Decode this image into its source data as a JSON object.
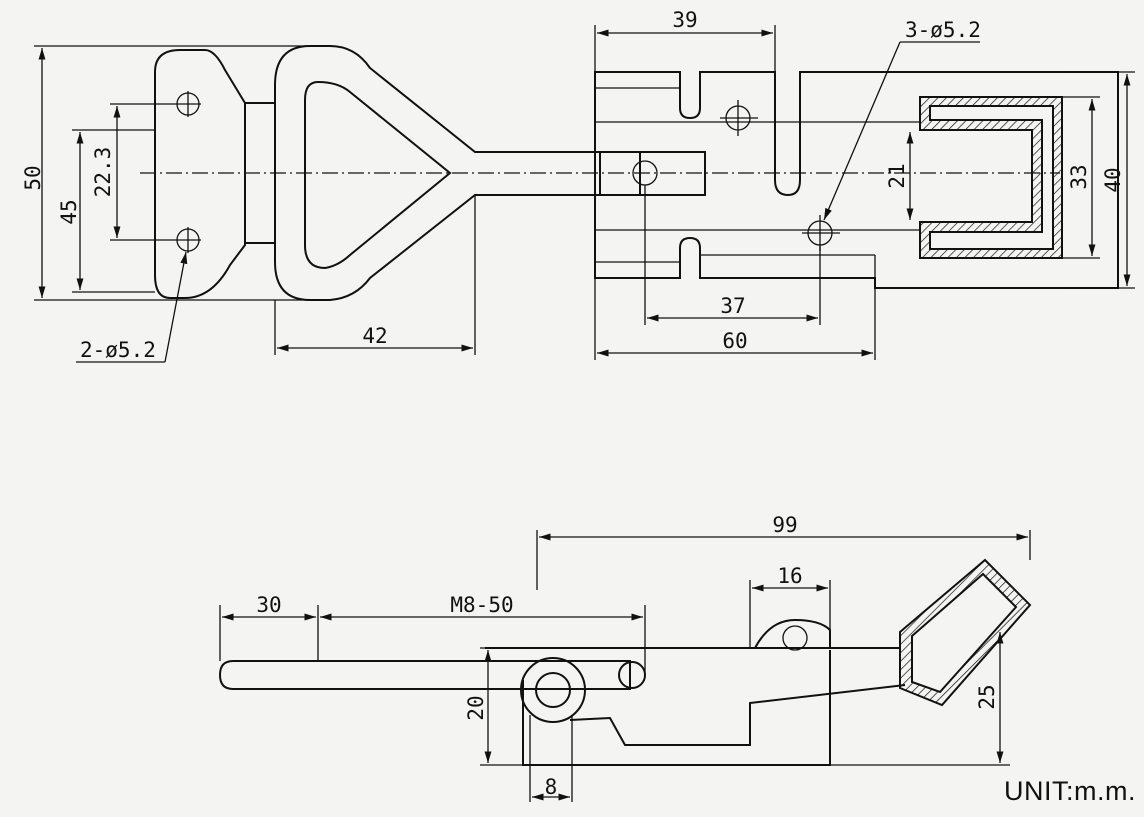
{
  "top_view": {
    "left_plate": {
      "dim_height_outer": "50",
      "dim_height_hole_span": "45",
      "dim_hole_pitch": "22.3",
      "hole_callout": "2-ø5.2"
    },
    "handle": {
      "dim_length": "42"
    },
    "right_plate": {
      "dim_top_width": "39",
      "hole_callout": "3-ø5.2",
      "dim_hole_spacing": "37",
      "dim_overall_width": "60",
      "dim_slot": "21",
      "dim_hook_inner": "33",
      "dim_hook_outer": "40"
    }
  },
  "side_view": {
    "dim_overall_length": "99",
    "dim_rod_end": "30",
    "dim_thread": "M8-50",
    "dim_pivot_width": "16",
    "dim_base_height": "20",
    "dim_pivot_dia": "8",
    "dim_hook_height": "25"
  },
  "unit_label": "UNIT:m.m."
}
